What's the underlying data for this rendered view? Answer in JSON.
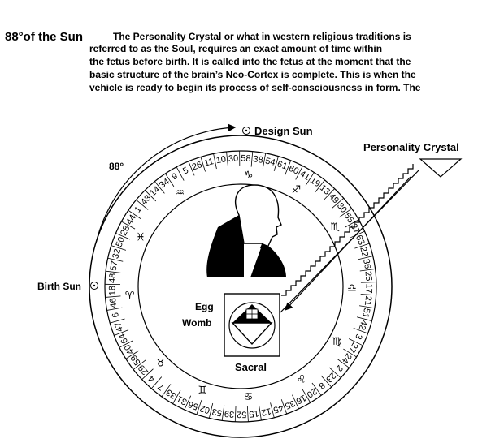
{
  "header": {
    "title": "88°of the Sun",
    "lead": "The Personality Crystal or what in western religious traditions is",
    "lines": [
      "referred to as the Soul, requires an exact amount of time within",
      "the fetus before birth.  It is called into the fetus at the moment that the",
      "basic structure of the brain’s Neo-Cortex is complete. This is when the",
      "vehicle is ready to begin its process of self-consciousness in form.  The"
    ]
  },
  "labels": {
    "design_sun": "Design Sun",
    "personality_crystal": "Personality Crystal",
    "degrees": "88°",
    "birth_sun": "Birth Sun",
    "egg": "Egg",
    "womb": "Womb",
    "sacral": "Sacral"
  },
  "icons": {
    "sun_marker": "sun-icon",
    "head_profile": "head-silhouette-icon",
    "sacral_centre": "sacral-center-icon"
  },
  "wheel": {
    "zodiac": [
      {
        "glyph": "♑",
        "angle": 184
      },
      {
        "glyph": "♐",
        "angle": 210
      },
      {
        "glyph": "♏",
        "angle": 238
      },
      {
        "glyph": "♎",
        "angle": 271
      },
      {
        "glyph": "♍",
        "angle": 300
      },
      {
        "glyph": "♌",
        "angle": 327
      },
      {
        "glyph": "♋",
        "angle": 356
      },
      {
        "glyph": "♊",
        "angle": 20
      },
      {
        "glyph": "♉",
        "angle": 46
      },
      {
        "glyph": "♈",
        "angle": 85
      },
      {
        "glyph": "♓",
        "angle": 116
      },
      {
        "glyph": "♒",
        "angle": 147
      }
    ],
    "gates": [
      "30",
      "58",
      "38",
      "54",
      "61",
      "60",
      "41",
      "19",
      "13",
      "49",
      "30",
      "55",
      "37",
      "63",
      "22",
      "36",
      "25",
      "17",
      "21",
      "51",
      "42",
      "3",
      "27",
      "24",
      "2",
      "23",
      "8",
      "20",
      "16",
      "35",
      "45",
      "12",
      "15",
      "52",
      "39",
      "53",
      "62",
      "56",
      "31",
      "33",
      "7",
      "4",
      "29",
      "59",
      "40",
      "64",
      "47",
      "6",
      "46",
      "18",
      "48",
      "57",
      "32",
      "50",
      "28",
      "44",
      "1",
      "43",
      "14",
      "34",
      "9",
      "5",
      "26",
      "11",
      "10"
    ]
  }
}
